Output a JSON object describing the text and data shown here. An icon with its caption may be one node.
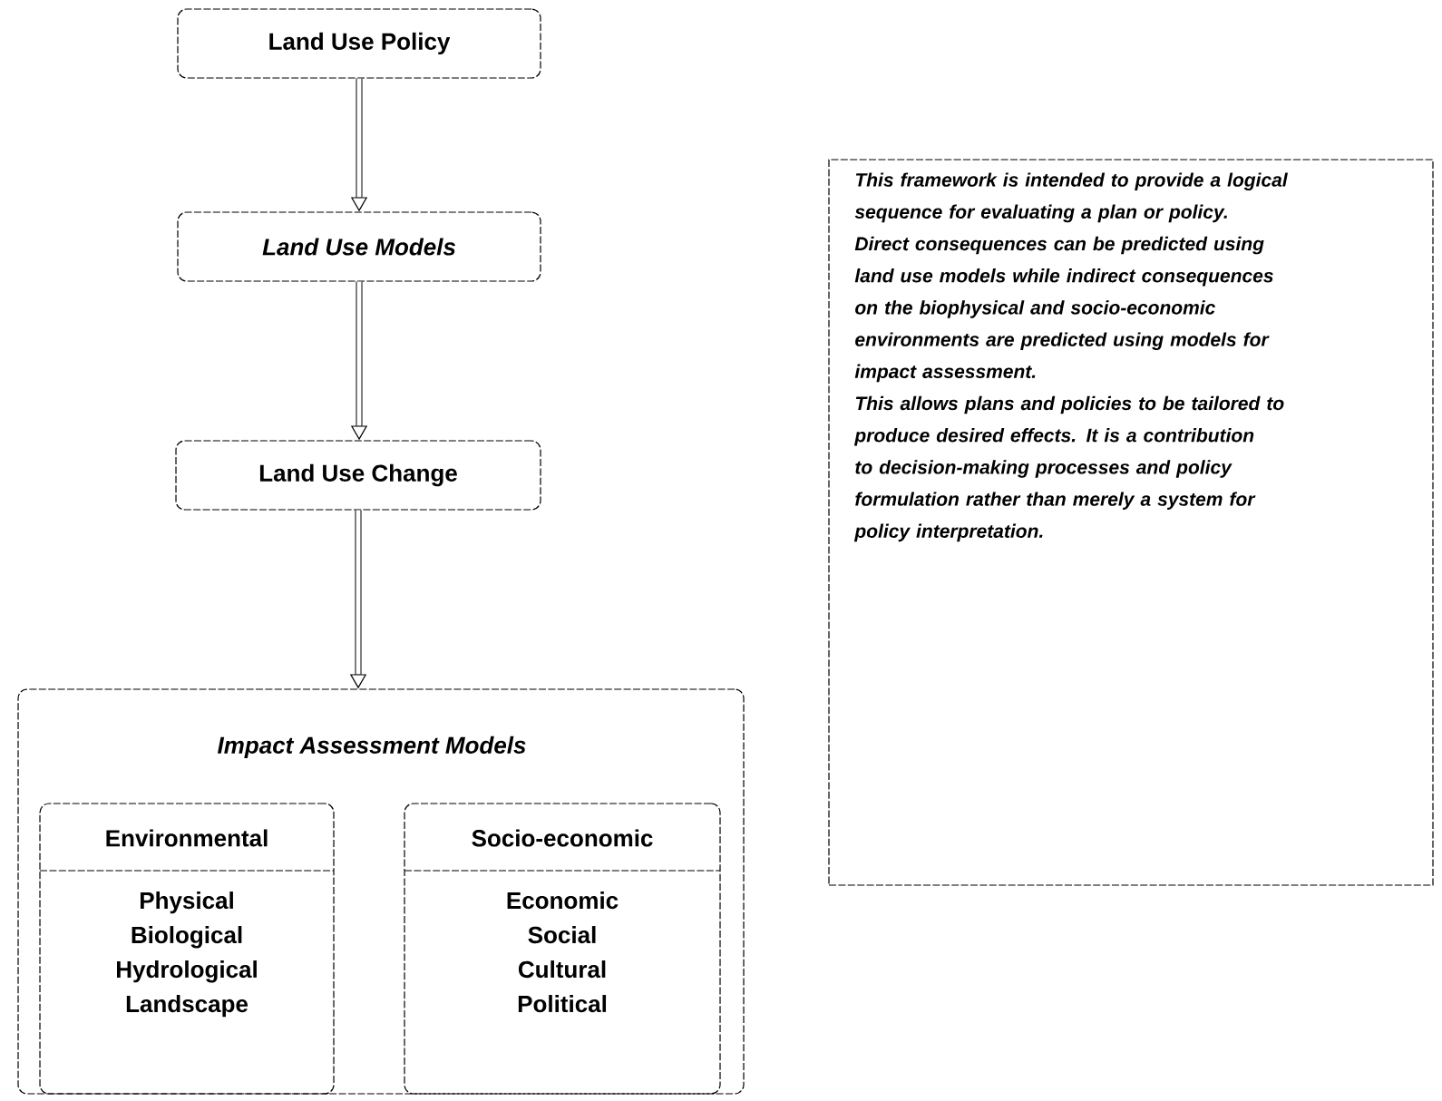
{
  "diagram": {
    "nodes": [
      {
        "text": [
          "Land Use Policy"
        ]
      },
      {
        "text": [
          "Land Use Models"
        ]
      },
      {
        "text": [
          "Land Use Change"
        ]
      },
      {
        "text": [
          "Impact Assessment Models"
        ]
      },
      {
        "text": [
          "Environmental",
          "Physical",
          "Biological",
          "Hydrological",
          "Landscape"
        ],
        "in": 3
      },
      {
        "text": [
          "Socio-economic",
          "Economic",
          "Social",
          "Cultural",
          "Political"
        ],
        "in": 3
      },
      {
        "text": [
          "This framework is intended to provide a logical sequence for evaluating a plan or policy. Direct consequences can be predicted using land use models while indirect consequences on the biophysical and socio-economic environments are predicted using models for impact assessment.",
          "This allows plans and policies to be tailored to produce desired effects.  It is a contribution to decision-making processes and policy formulation rather than merely a system for policy interpretation."
        ]
      }
    ],
    "edges": [
      {
        "from": 0,
        "to": 1,
        "arrow": "to"
      },
      {
        "from": 1,
        "to": 2,
        "arrow": "to"
      },
      {
        "from": 2,
        "to": 3,
        "arrow": "to"
      }
    ]
  }
}
